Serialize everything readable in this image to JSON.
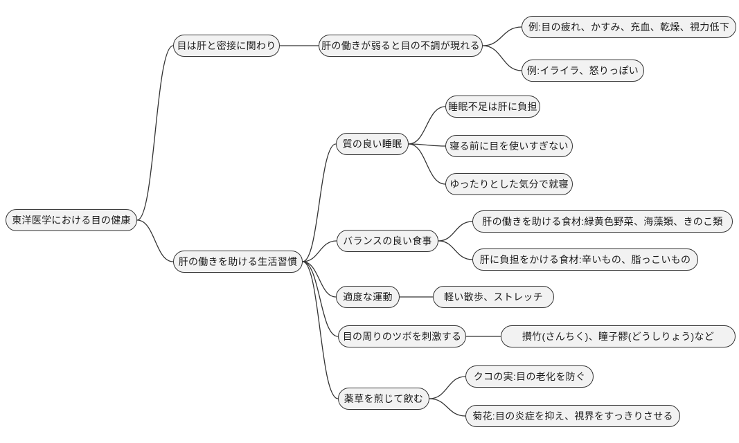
{
  "colors": {
    "background": "#ffffff",
    "node_fill": "#f2f2f2",
    "node_border": "#333333",
    "connector": "#333333",
    "text": "#1a1a1a"
  },
  "mindmap": {
    "root": "東洋医学における目の健康",
    "branches": [
      {
        "label": "目は肝と密接に関わり",
        "children": [
          {
            "label": "肝の働きが弱ると目の不調が現れる",
            "children": [
              {
                "label": "例:目の疲れ、かすみ、充血、乾燥、視力低下"
              },
              {
                "label": "例:イライラ、怒りっぽい"
              }
            ]
          }
        ]
      },
      {
        "label": "肝の働きを助ける生活習慣",
        "children": [
          {
            "label": "質の良い睡眠",
            "children": [
              {
                "label": "睡眠不足は肝に負担"
              },
              {
                "label": "寝る前に目を使いすぎない"
              },
              {
                "label": "ゆったりとした気分で就寝"
              }
            ]
          },
          {
            "label": "バランスの良い食事",
            "children": [
              {
                "label": "肝の働きを助ける食材:緑黄色野菜、海藻類、きのこ類"
              },
              {
                "label": "肝に負担をかける食材:辛いもの、脂っこいもの"
              }
            ]
          },
          {
            "label": "適度な運動",
            "children": [
              {
                "label": "軽い散歩、ストレッチ"
              }
            ]
          },
          {
            "label": "目の周りのツボを刺激する",
            "children": [
              {
                "label": "攅竹(さんちく)、瞳子髎(どうしりょう)など"
              }
            ]
          },
          {
            "label": "薬草を煎じて飲む",
            "children": [
              {
                "label": "クコの実:目の老化を防ぐ"
              },
              {
                "label": "菊花:目の炎症を抑え、視界をすっきりさせる"
              }
            ]
          }
        ]
      }
    ]
  }
}
